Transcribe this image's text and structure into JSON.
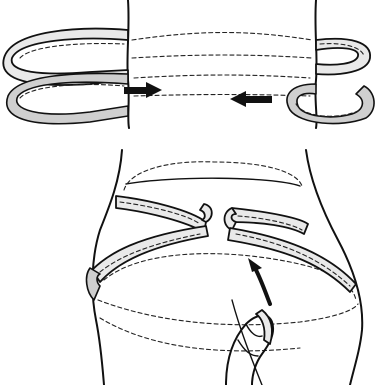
{
  "figure": {
    "panels": [
      {
        "id": "waist",
        "tape_count": 2,
        "arrow_directions": [
          "right",
          "left"
        ]
      },
      {
        "id": "hips",
        "tape_count": 1,
        "arrow_directions": [
          "up"
        ]
      }
    ],
    "colors": {
      "ink": "#111111",
      "tape": "#e9e9e9",
      "background": "#ffffff"
    }
  }
}
